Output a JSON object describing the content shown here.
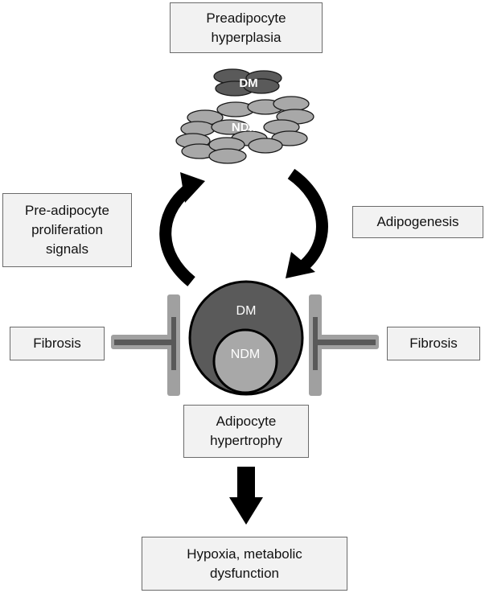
{
  "boxes": {
    "hyperplasia": "Preadipocyte\nhyperplasia",
    "proliferation": "Pre-adipocyte\nproliferation\nsignals",
    "adipogenesis": "Adipogenesis",
    "fibrosis_left": "Fibrosis",
    "fibrosis_right": "Fibrosis",
    "hypertrophy": "Adipocyte\nhypertrophy",
    "hypoxia": "Hypoxia, metabolic\ndysfunction"
  },
  "cluster_labels": {
    "dm": "DM",
    "ndm": "NDM"
  },
  "adipocyte_labels": {
    "dm": "DM",
    "ndm": "NDM"
  },
  "colors": {
    "box_fill": "#f2f2f2",
    "box_border": "#6b6b6b",
    "dm_dark": "#5a5a5a",
    "ndm_light": "#a8a8a8",
    "arrow": "#000000",
    "fibrosis_bar": "#a0a0a0",
    "fibrosis_inhibitor": "#595959"
  }
}
